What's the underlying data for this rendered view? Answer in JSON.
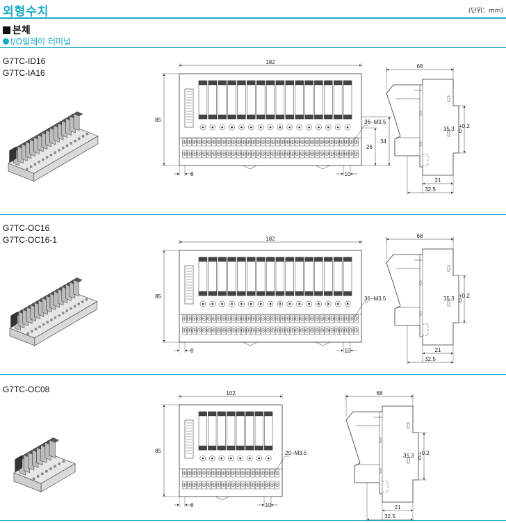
{
  "header": {
    "title": "외형수치",
    "unit": "(단위：mm)"
  },
  "section": {
    "title": "본체",
    "subtitle": "I/O릴레이 터미널"
  },
  "products": [
    {
      "models": [
        "G7TC-ID16",
        "G7TC-IA16"
      ],
      "front": {
        "width": "182",
        "height": "85",
        "terminal": "36−M3.5",
        "dim26": "26",
        "dim34": "34",
        "pitch": "8",
        "dim10": "10"
      },
      "side": {
        "width": "68",
        "rail": "35.3",
        "tol_plus": "+0.2",
        "tol_minus": "0",
        "dim21": "21",
        "dim32": "32.5"
      }
    },
    {
      "models": [
        "G7TC-OC16",
        "G7TC-OC16-1"
      ],
      "front": {
        "width": "182",
        "height": "85",
        "terminal": "36−M3.5",
        "pitch": "8",
        "dim10": "10"
      },
      "side": {
        "width": "68",
        "rail": "35.3",
        "tol_plus": "+0.2",
        "tol_minus": "0",
        "dim21": "21",
        "dim32": "32.5"
      }
    },
    {
      "models": [
        "G7TC-OC08"
      ],
      "front": {
        "width": "102",
        "height": "85",
        "terminal": "20−M3.5",
        "pitch": "8",
        "dim10": "10"
      },
      "side": {
        "width": "68",
        "rail": "35.3",
        "tol_plus": "+0.2",
        "tol_minus": "0",
        "dim21": "21",
        "dim32": "32.5"
      }
    }
  ]
}
